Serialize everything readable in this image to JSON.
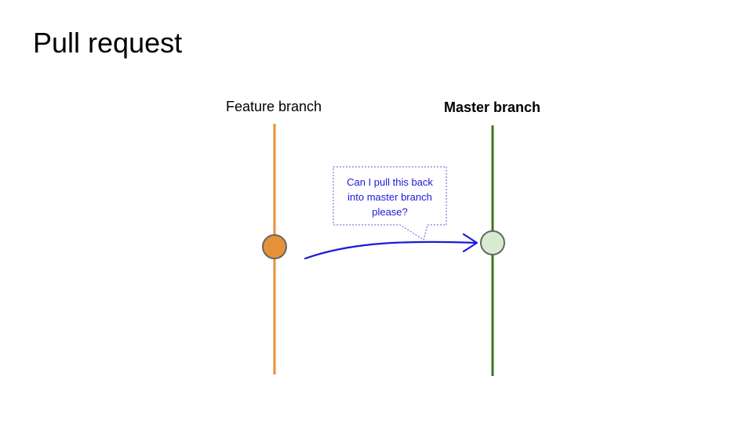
{
  "slide": {
    "title": "Pull request"
  },
  "branches": {
    "feature": {
      "label": "Feature branch",
      "color": "#e69138"
    },
    "master": {
      "label": "Master branch",
      "color": "#38761d"
    }
  },
  "commits": {
    "feature_commit_color": "#e69138",
    "master_commit_color": "#d9ead3",
    "outline_color": "#666666"
  },
  "callout": {
    "text": "Can I pull this back\ninto master branch\nplease?",
    "text_color": "#1a1adc",
    "border_color": "#5b5bd6"
  },
  "arrow": {
    "color": "#1a1adc"
  }
}
